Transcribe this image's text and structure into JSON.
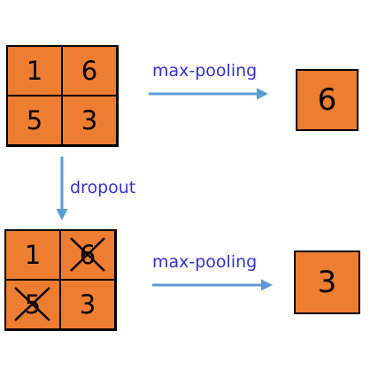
{
  "colors": {
    "cell_fill": "#ED7D31",
    "border": "#000000",
    "arrow": "#5B9BD5",
    "label_text": "#3333CC"
  },
  "top_grid": {
    "cells": [
      "1",
      "6",
      "5",
      "3"
    ]
  },
  "top_pool": {
    "label": "max-pooling",
    "result": "6"
  },
  "dropout": {
    "label": "dropout"
  },
  "bottom_grid": {
    "cells": [
      "1",
      "6",
      "5",
      "3"
    ],
    "dropped": [
      false,
      true,
      true,
      false
    ]
  },
  "bottom_pool": {
    "label": "max-pooling",
    "result": "3"
  }
}
